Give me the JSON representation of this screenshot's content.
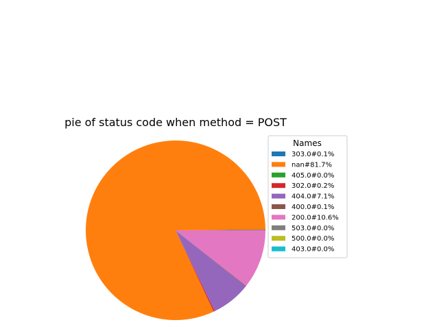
{
  "chart_data": {
    "type": "pie",
    "title": "pie of status code when method = POST",
    "legend": {
      "title": "Names",
      "placement": "right"
    },
    "slices": [
      {
        "label": "303.0#0.1%",
        "value": 0.1,
        "color": "#1f77b4"
      },
      {
        "label": "nan#81.7%",
        "value": 81.7,
        "color": "#ff7f0e"
      },
      {
        "label": "405.0#0.0%",
        "value": 0.0,
        "color": "#2ca02c"
      },
      {
        "label": "302.0#0.2%",
        "value": 0.2,
        "color": "#d62728"
      },
      {
        "label": "404.0#7.1%",
        "value": 7.1,
        "color": "#9467bd"
      },
      {
        "label": "400.0#0.1%",
        "value": 0.1,
        "color": "#8c564b"
      },
      {
        "label": "200.0#10.6%",
        "value": 10.6,
        "color": "#e377c2"
      },
      {
        "label": "503.0#0.0%",
        "value": 0.0,
        "color": "#7f7f7f"
      },
      {
        "label": "500.0#0.0%",
        "value": 0.0,
        "color": "#bcbd22"
      },
      {
        "label": "403.0#0.0%",
        "value": 0.0,
        "color": "#17becf"
      }
    ]
  }
}
